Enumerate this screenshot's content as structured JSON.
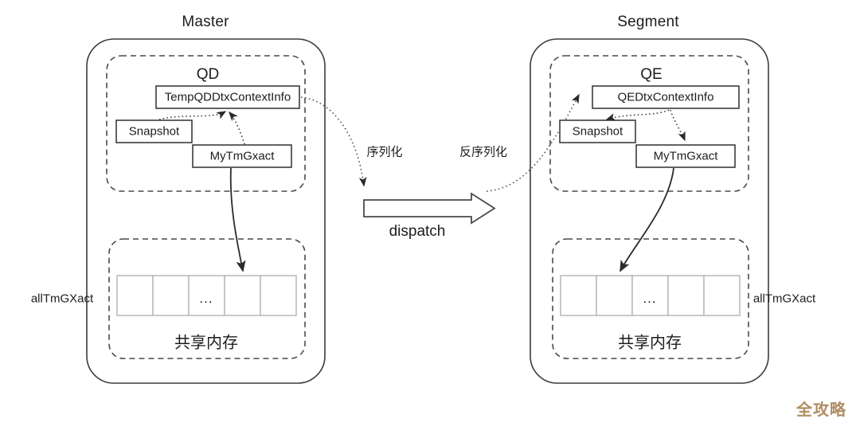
{
  "diagram": {
    "title_left": "Master",
    "title_right": "Segment",
    "left": {
      "panel_label": "Master",
      "zone_label": "QD",
      "nodes": [
        {
          "id": "temp-qd-dtx-context-info",
          "label": "TempQDDtxContextInfo"
        },
        {
          "id": "snapshot",
          "label": "Snapshot"
        },
        {
          "id": "my-tm-gxact",
          "label": "MyTmGxact"
        }
      ],
      "shared_memory_label": "共享内存",
      "array_label": "allTmGXact",
      "array_cells": [
        "",
        "",
        "...",
        "",
        ""
      ]
    },
    "right": {
      "panel_label": "Segment",
      "zone_label": "QE",
      "nodes": [
        {
          "id": "qe-dtx-context-info",
          "label": "QEDtxContextInfo"
        },
        {
          "id": "snapshot",
          "label": "Snapshot"
        },
        {
          "id": "my-tm-gxact",
          "label": "MyTmGxact"
        }
      ],
      "shared_memory_label": "共享内存",
      "array_label": "allTmGXact",
      "array_cells": [
        "",
        "",
        "...",
        "",
        ""
      ]
    },
    "middle": {
      "serialize_label": "序列化",
      "deserialize_label": "反序列化",
      "dispatch_label": "dispatch"
    },
    "colors": {
      "stroke": "#3c3c3c",
      "dashed_stroke": "#4a4a4a",
      "cell_stroke": "#b3b3b3",
      "text": "#1c1c1c",
      "watermark": "#b08d62",
      "background": "#ffffff"
    }
  },
  "watermark": {
    "text": "全攻略",
    "corner_text": "全攻略"
  }
}
